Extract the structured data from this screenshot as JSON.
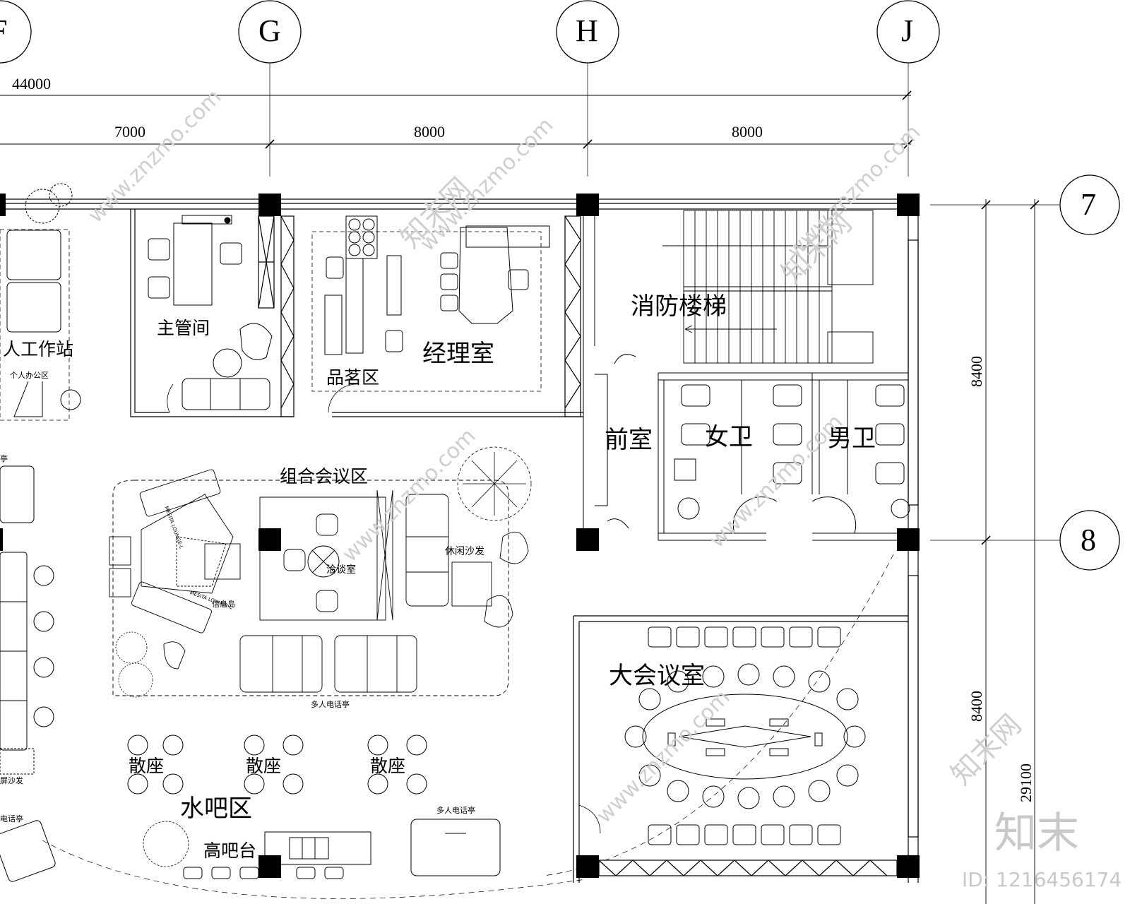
{
  "dimensions": {
    "overall_top": "44000",
    "bay_1": "7000",
    "bay_2": "8000",
    "bay_3": "8000",
    "side_1": "8400",
    "side_2": "8400",
    "side_total": "29100"
  },
  "grid_axes": {
    "col_g": "G",
    "col_h": "H",
    "col_j": "J",
    "row_7": "7",
    "row_8": "8",
    "col_f": "F"
  },
  "rooms": {
    "fire_stair": "消防楼梯",
    "manager_office": "经理室",
    "supervisor_room": "主管间",
    "tea_area": "品茗区",
    "workstation": "人工作站",
    "private_office": "个人办公区",
    "anteroom": "前室",
    "womens_wc": "女卫",
    "mens_wc": "男卫",
    "combined_meeting": "组合会议区",
    "leisure_sofa": "休闲沙发",
    "negotiation_room": "洽谈室",
    "info_island": "信息岛",
    "multi_phone_booth_1": "多人电话亭",
    "multi_phone_booth_2": "多人电话亭",
    "big_meeting_room": "大会议室",
    "casual_seat_1": "散座",
    "casual_seat_2": "散座",
    "casual_seat_3": "散座",
    "water_bar": "水吧区",
    "high_bar": "高吧台",
    "screen_sofa_partial": "屏沙发",
    "phone_booth_partial_1": "亭",
    "phone_booth_partial_2": "电话亭"
  },
  "furniture_tags": {
    "tag_1": "MESITA LOUNGE-L",
    "tag_2": "MESITA LOUNGE-L"
  },
  "watermark": {
    "site": "www.znzmo.com",
    "brand": "知末网",
    "logo": "知末",
    "id": "ID: 1216456174"
  }
}
